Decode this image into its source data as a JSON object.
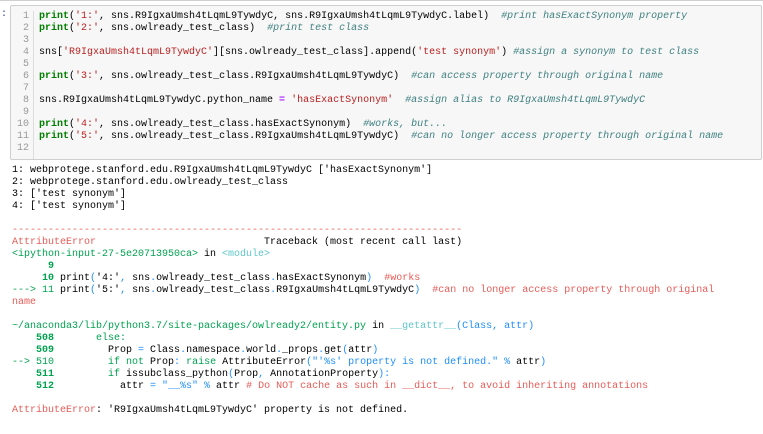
{
  "cell": {
    "prompt": ":",
    "line_numbers": [
      "1",
      "2",
      "3",
      "4",
      "5",
      "6",
      "7",
      "8",
      "9",
      "10",
      "11",
      "12"
    ],
    "code_lines": [
      [
        [
          "kw",
          "print"
        ],
        [
          "d",
          "("
        ],
        [
          "str",
          "'1:'"
        ],
        [
          "d",
          ", sns.R9IgxaUmsh4tLqmL9TywdyC, sns.R9IgxaUmsh4tLqmL9TywdyC.label)  "
        ],
        [
          "cm",
          "#print hasExactSynonym property"
        ]
      ],
      [
        [
          "kw",
          "print"
        ],
        [
          "d",
          "("
        ],
        [
          "str",
          "'2:'"
        ],
        [
          "d",
          ", sns.owlready_test_class)  "
        ],
        [
          "cm",
          "#print test class"
        ]
      ],
      [],
      [
        [
          "d",
          "sns["
        ],
        [
          "str",
          "'R9IgxaUmsh4tLqmL9TywdyC'"
        ],
        [
          "d",
          "][sns.owlready_test_class].append("
        ],
        [
          "str",
          "'test synonym'"
        ],
        [
          "d",
          ") "
        ],
        [
          "cm",
          "#assign a synonym to test class"
        ]
      ],
      [],
      [
        [
          "kw",
          "print"
        ],
        [
          "d",
          "("
        ],
        [
          "str",
          "'3:'"
        ],
        [
          "d",
          ", sns.owlready_test_class.R9IgxaUmsh4tLqmL9TywdyC)  "
        ],
        [
          "cm",
          "#can access property through original name"
        ]
      ],
      [],
      [
        [
          "d",
          "sns.R9IgxaUmsh4tLqmL9TywdyC.python_name "
        ],
        [
          "op",
          "="
        ],
        [
          "d",
          " "
        ],
        [
          "str",
          "'hasExactSynonym'"
        ],
        [
          "d",
          "  "
        ],
        [
          "cm",
          "#assign alias to R9IgxaUmsh4tLqmL9TywdyC"
        ]
      ],
      [],
      [
        [
          "kw",
          "print"
        ],
        [
          "d",
          "("
        ],
        [
          "str",
          "'4:'"
        ],
        [
          "d",
          ", sns.owlready_test_class.hasExactSynonym)  "
        ],
        [
          "cm",
          "#works, but..."
        ]
      ],
      [
        [
          "kw",
          "print"
        ],
        [
          "d",
          "("
        ],
        [
          "str",
          "'5:'"
        ],
        [
          "d",
          ", sns.owlready_test_class.R9IgxaUmsh4tLqmL9TywdyC)  "
        ],
        [
          "cm",
          "#can no longer access property through original name"
        ]
      ],
      []
    ]
  },
  "output": {
    "lines": [
      [
        [
          "d",
          "1: webprotege.stanford.edu.R9IgxaUmsh4tLqmL9TywdyC ['hasExactSynonym']"
        ]
      ],
      [
        [
          "d",
          "2: webprotege.stanford.edu.owlready_test_class"
        ]
      ],
      [
        [
          "d",
          "3: ['test synonym']"
        ]
      ],
      [
        [
          "d",
          "4: ['test synonym']"
        ]
      ],
      [],
      [
        [
          "r",
          "---------------------------------------------------------------------------"
        ]
      ],
      [
        [
          "r",
          "AttributeError"
        ],
        [
          "d",
          "                            Traceback (most recent call last)"
        ]
      ],
      [
        [
          "g",
          "<ipython-input-27-5e20713950ca>"
        ],
        [
          "d",
          " in "
        ],
        [
          "c",
          "<module>"
        ]
      ],
      [
        [
          "gb",
          "      9"
        ]
      ],
      [
        [
          "gb",
          "     10"
        ],
        [
          "d",
          " print"
        ],
        [
          "b",
          "("
        ],
        [
          "d",
          "'4:'"
        ],
        [
          "b",
          ", "
        ],
        [
          "d",
          "sns"
        ],
        [
          "b",
          "."
        ],
        [
          "d",
          "owlready_test_class"
        ],
        [
          "b",
          "."
        ],
        [
          "d",
          "hasExactSynonym"
        ],
        [
          "b",
          ")"
        ],
        [
          "r",
          "  #works"
        ]
      ],
      [
        [
          "g",
          "---> 11"
        ],
        [
          "d",
          " print"
        ],
        [
          "b",
          "("
        ],
        [
          "d",
          "'5:'"
        ],
        [
          "b",
          ", "
        ],
        [
          "d",
          "sns"
        ],
        [
          "b",
          "."
        ],
        [
          "d",
          "owlready_test_class"
        ],
        [
          "b",
          "."
        ],
        [
          "d",
          "R9IgxaUmsh4tLqmL9TywdyC"
        ],
        [
          "b",
          ")"
        ],
        [
          "r",
          "  #can no longer access property through original"
        ]
      ],
      [
        [
          "r",
          "name"
        ]
      ],
      [],
      [
        [
          "g",
          "~/anaconda3/lib/python3.7/site-packages/owlready2/entity.py"
        ],
        [
          "d",
          " in "
        ],
        [
          "c",
          "__getattr__"
        ],
        [
          "b",
          "(Class, attr)"
        ]
      ],
      [
        [
          "gb",
          "    508"
        ],
        [
          "g",
          "       else:"
        ]
      ],
      [
        [
          "gb",
          "    509"
        ],
        [
          "d",
          "         Prop "
        ],
        [
          "b",
          "= "
        ],
        [
          "d",
          "Class"
        ],
        [
          "b",
          "."
        ],
        [
          "d",
          "namespace"
        ],
        [
          "b",
          "."
        ],
        [
          "d",
          "world"
        ],
        [
          "b",
          "."
        ],
        [
          "d",
          "_props"
        ],
        [
          "b",
          "."
        ],
        [
          "d",
          "get"
        ],
        [
          "b",
          "("
        ],
        [
          "d",
          "attr"
        ],
        [
          "b",
          ")"
        ]
      ],
      [
        [
          "g",
          "--> 510"
        ],
        [
          "g",
          "         if not"
        ],
        [
          "d",
          " Prop"
        ],
        [
          "b",
          ": "
        ],
        [
          "g",
          "raise"
        ],
        [
          "d",
          " AttributeError"
        ],
        [
          "b",
          "(\"'%s' property is not defined.\" % "
        ],
        [
          "d",
          "attr"
        ],
        [
          "b",
          ")"
        ]
      ],
      [
        [
          "gb",
          "    511"
        ],
        [
          "g",
          "         if"
        ],
        [
          "d",
          " issubclass_python"
        ],
        [
          "b",
          "("
        ],
        [
          "d",
          "Prop"
        ],
        [
          "b",
          ", "
        ],
        [
          "d",
          "AnnotationProperty"
        ],
        [
          "b",
          "):"
        ]
      ],
      [
        [
          "gb",
          "    512"
        ],
        [
          "d",
          "           attr "
        ],
        [
          "b",
          "= \"__%s\" % "
        ],
        [
          "d",
          "attr "
        ],
        [
          "r",
          "# Do NOT cache as such in __dict__, to avoid inheriting annotations"
        ]
      ],
      [],
      [
        [
          "r",
          "AttributeError"
        ],
        [
          "d",
          ": 'R9IgxaUmsh4tLqmL9TywdyC' property is not defined."
        ]
      ]
    ]
  }
}
